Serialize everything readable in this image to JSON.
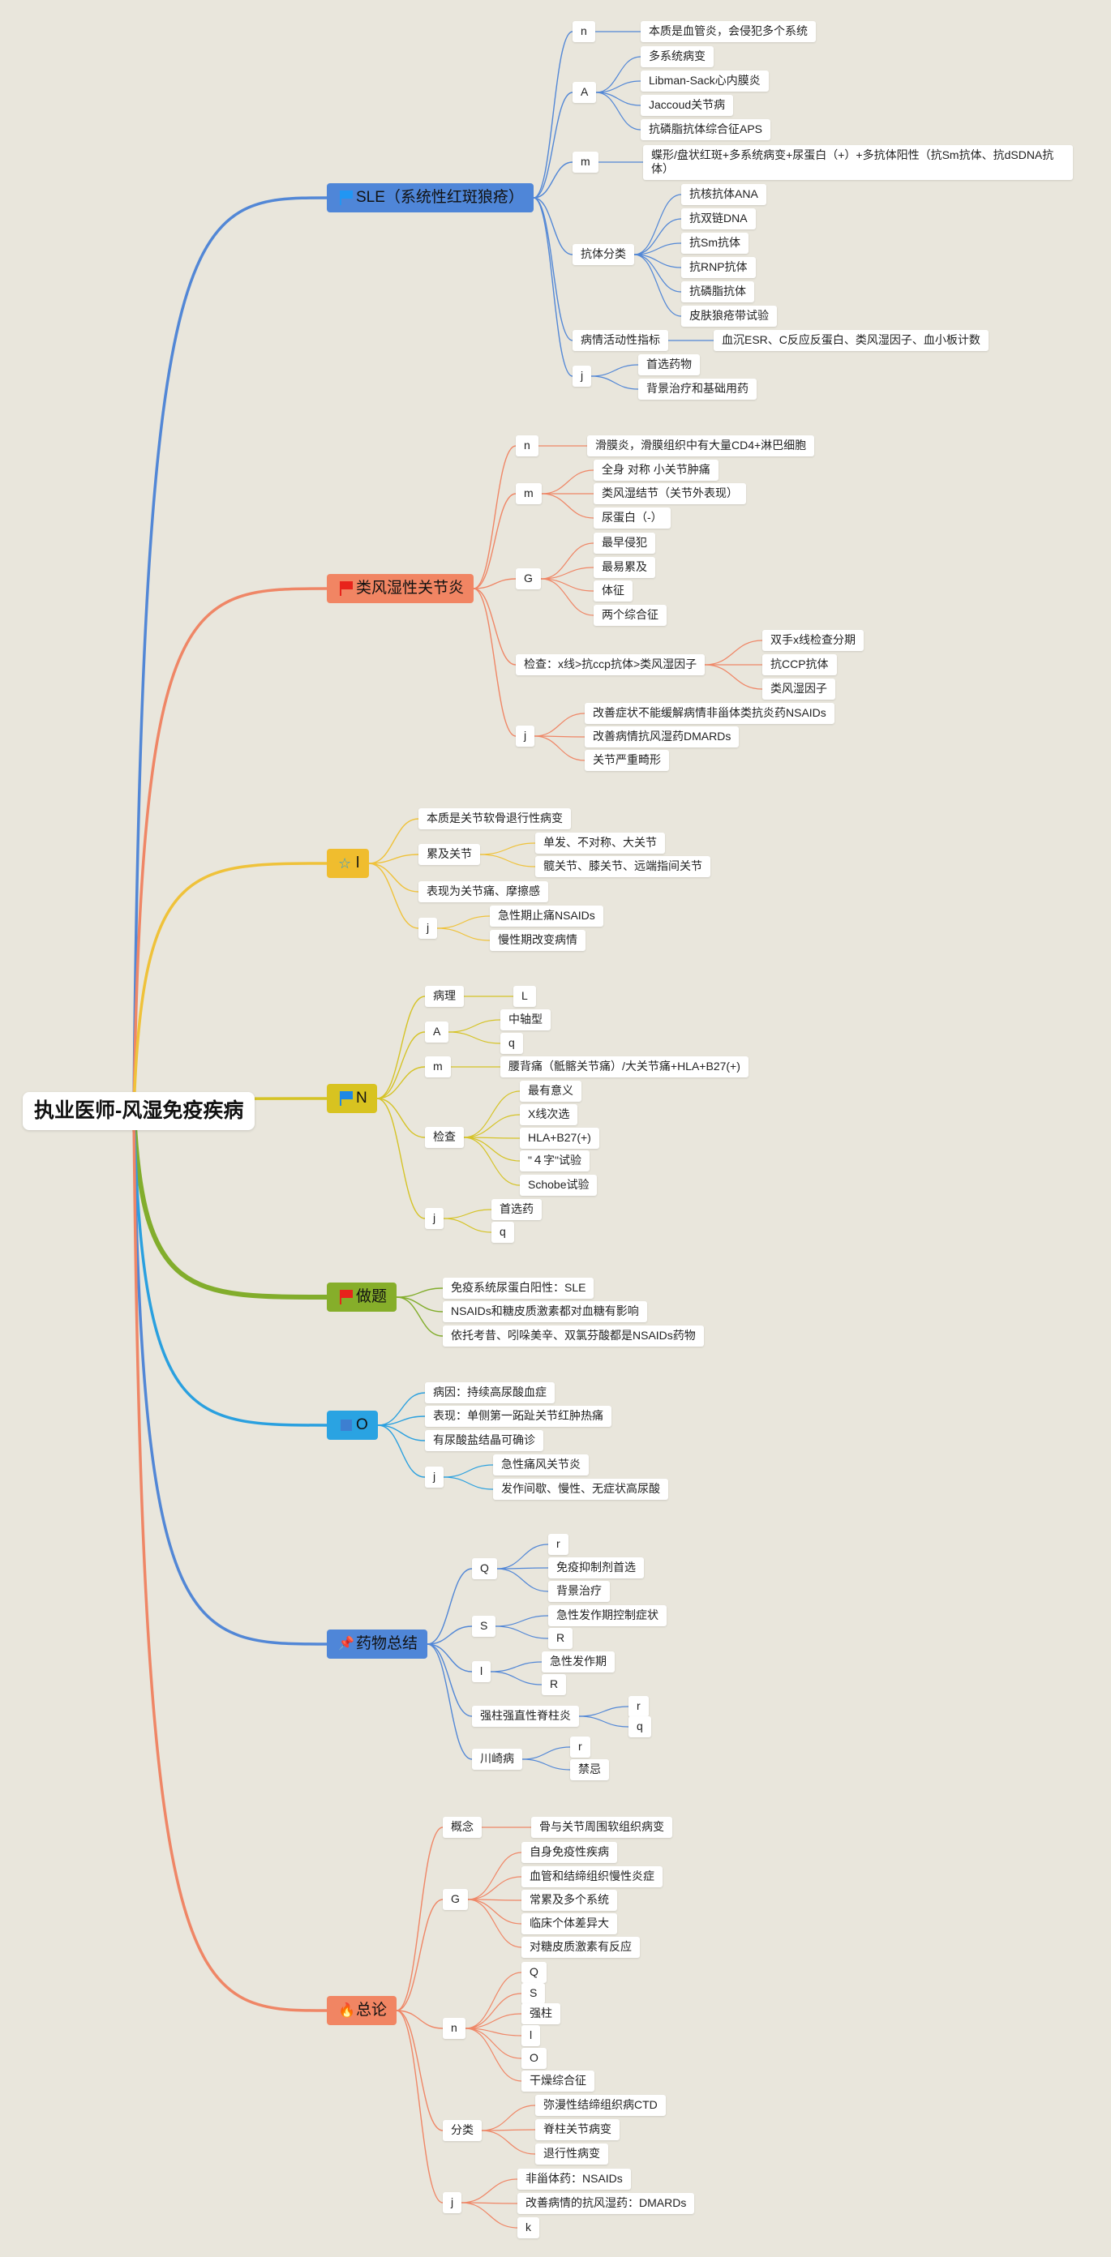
{
  "root": {
    "label": "执业医师-风湿免疫疾病"
  },
  "colors": {
    "blue": "#5287d6",
    "coral": "#ef8666",
    "yellow": "#efc23a",
    "mustard": "#d5c326",
    "green": "#82ad2c",
    "cyan": "#2aa0df"
  },
  "branches": [
    {
      "label": "SLE（系统性红斑狼疮）",
      "color": "#4f86d8",
      "line": "#5287d6",
      "icon": "flag-icon",
      "iconColor": "#2196f3",
      "children": [
        {
          "label": "n",
          "children": [
            {
              "label": "本质是血管炎，会侵犯多个系统"
            }
          ]
        },
        {
          "label": "A",
          "children": [
            {
              "label": "多系统病变"
            },
            {
              "label": "Libman-Sack心内膜炎"
            },
            {
              "label": "Jaccoud关节病"
            },
            {
              "label": "抗磷脂抗体综合征APS"
            }
          ]
        },
        {
          "label": "m",
          "children": [
            {
              "label": "蝶形/盘状红斑+多系统病变+尿蛋白（+）+多抗体阳性（抗Sm抗体、抗dSDNA抗体）"
            }
          ]
        },
        {
          "label": "抗体分类",
          "children": [
            {
              "label": "抗核抗体ANA"
            },
            {
              "label": "抗双链DNA"
            },
            {
              "label": "抗Sm抗体"
            },
            {
              "label": "抗RNP抗体"
            },
            {
              "label": "抗磷脂抗体"
            },
            {
              "label": "皮肤狼疮带试验"
            }
          ]
        },
        {
          "label": "病情活动性指标",
          "children": [
            {
              "label": "血沉ESR、C反应反蛋白、类风湿因子、血小板计数"
            }
          ]
        },
        {
          "label": "j",
          "children": [
            {
              "label": "首选药物"
            },
            {
              "label": "背景治疗和基础用药"
            }
          ]
        }
      ]
    },
    {
      "label": "类风湿性关节炎",
      "color": "#f18563",
      "line": "#ef8666",
      "icon": "flag-icon",
      "iconColor": "#e8231b",
      "children": [
        {
          "label": "n",
          "children": [
            {
              "label": "滑膜炎，滑膜组织中有大量CD4+淋巴细胞"
            }
          ]
        },
        {
          "label": "m",
          "children": [
            {
              "label": "全身 对称 小关节肿痛"
            },
            {
              "label": "类风湿结节（关节外表现）"
            },
            {
              "label": "尿蛋白（-）"
            }
          ]
        },
        {
          "label": "G",
          "children": [
            {
              "label": "最早侵犯"
            },
            {
              "label": "最易累及"
            },
            {
              "label": "体征"
            },
            {
              "label": "两个综合征"
            }
          ]
        },
        {
          "label": "检查：x线>抗ccp抗体>类风湿因子",
          "children": [
            {
              "label": "双手x线检查分期"
            },
            {
              "label": "抗CCP抗体"
            },
            {
              "label": "类风湿因子"
            }
          ]
        },
        {
          "label": "j",
          "children": [
            {
              "label": "改善症状不能缓解病情非甾体类抗炎药NSAIDs"
            },
            {
              "label": "改善病情抗风湿药DMARDs"
            },
            {
              "label": "关节严重畸形"
            }
          ]
        }
      ]
    },
    {
      "label": "l",
      "color": "#f0bd2e",
      "line": "#efc23a",
      "icon": "star-icon",
      "iconColor": "#2e9bd6",
      "children": [
        {
          "label": "本质是关节软骨退行性病变"
        },
        {
          "label": "累及关节",
          "children": [
            {
              "label": "单发、不对称、大关节"
            },
            {
              "label": "髋关节、膝关节、远端指间关节"
            }
          ]
        },
        {
          "label": "表现为关节痛、摩擦感"
        },
        {
          "label": "j",
          "children": [
            {
              "label": "急性期止痛NSAIDs"
            },
            {
              "label": "慢性期改变病情"
            }
          ]
        }
      ]
    },
    {
      "label": "N",
      "color": "#d8c320",
      "line": "#d5c326",
      "icon": "flag-icon",
      "iconColor": "#1e88e5",
      "children": [
        {
          "label": "病理",
          "children": [
            {
              "label": "L"
            }
          ]
        },
        {
          "label": "A",
          "children": [
            {
              "label": "中轴型"
            },
            {
              "label": "q"
            }
          ]
        },
        {
          "label": "m",
          "children": [
            {
              "label": "腰背痛（骶髂关节痛）/大关节痛+HLA+B27(+)"
            }
          ]
        },
        {
          "label": "检查",
          "children": [
            {
              "label": "最有意义"
            },
            {
              "label": "X线次选"
            },
            {
              "label": "HLA+B27(+)"
            },
            {
              "label": "\"４字\"试验"
            },
            {
              "label": "Schobe试验"
            }
          ]
        },
        {
          "label": "j",
          "children": [
            {
              "label": "首选药"
            },
            {
              "label": "q"
            }
          ]
        }
      ]
    },
    {
      "label": "做题",
      "color": "#86ae2a",
      "line": "#82ad2c",
      "icon": "flag-icon",
      "iconColor": "#e8231b",
      "children": [
        {
          "label": "免疫系统尿蛋白阳性：SLE"
        },
        {
          "label": "NSAIDs和糖皮质激素都对血糖有影响"
        },
        {
          "label": "依托考昔、吲哚美辛、双氯芬酸都是NSAIDs药物"
        }
      ]
    },
    {
      "label": "O",
      "color": "#2aa3e2",
      "line": "#2aa0df",
      "icon": "bookmark-icon",
      "iconColor": "#3d7fd1",
      "children": [
        {
          "label": "病因：持续高尿酸血症"
        },
        {
          "label": "表现：单侧第一跖趾关节红肿热痛"
        },
        {
          "label": "有尿酸盐结晶可确诊"
        },
        {
          "label": "j",
          "children": [
            {
              "label": "急性痛风关节炎"
            },
            {
              "label": "发作间歇、慢性、无症状高尿酸"
            }
          ]
        }
      ]
    },
    {
      "label": "药物总结",
      "color": "#4f86d8",
      "line": "#5287d6",
      "icon": "pin-icon",
      "iconColor": "#2f6fcf",
      "children": [
        {
          "label": "Q",
          "children": [
            {
              "label": "r"
            },
            {
              "label": "免疫抑制剂首选"
            },
            {
              "label": "背景治疗"
            }
          ]
        },
        {
          "label": "S",
          "children": [
            {
              "label": "急性发作期控制症状"
            },
            {
              "label": "R"
            }
          ]
        },
        {
          "label": "l",
          "children": [
            {
              "label": "急性发作期"
            },
            {
              "label": "R"
            }
          ]
        },
        {
          "label": "强柱强直性脊柱炎",
          "children": [
            {
              "label": "r"
            },
            {
              "label": "q"
            }
          ]
        },
        {
          "label": "川崎病",
          "children": [
            {
              "label": "r"
            },
            {
              "label": "禁忌"
            }
          ]
        }
      ]
    },
    {
      "label": "总论",
      "color": "#f18563",
      "line": "#ef8666",
      "icon": "fire-icon",
      "iconColor": "#d8241c",
      "children": [
        {
          "label": "概念",
          "children": [
            {
              "label": "骨与关节周围软组织病变"
            }
          ]
        },
        {
          "label": "G",
          "children": [
            {
              "label": "自身免疫性疾病"
            },
            {
              "label": "血管和结缔组织慢性炎症"
            },
            {
              "label": "常累及多个系统"
            },
            {
              "label": "临床个体差异大"
            },
            {
              "label": "对糖皮质激素有反应"
            }
          ]
        },
        {
          "label": "n",
          "children": [
            {
              "label": "Q"
            },
            {
              "label": "S"
            },
            {
              "label": "强柱"
            },
            {
              "label": "l"
            },
            {
              "label": "O"
            },
            {
              "label": "干燥综合征"
            }
          ]
        },
        {
          "label": "分类",
          "children": [
            {
              "label": "弥漫性结缔组织病CTD"
            },
            {
              "label": "脊柱关节病变"
            },
            {
              "label": "退行性病变"
            }
          ]
        },
        {
          "label": "j",
          "children": [
            {
              "label": "非甾体药：NSAIDs"
            },
            {
              "label": "改善病情的抗风湿药：DMARDs"
            },
            {
              "label": "k"
            }
          ]
        }
      ]
    }
  ]
}
